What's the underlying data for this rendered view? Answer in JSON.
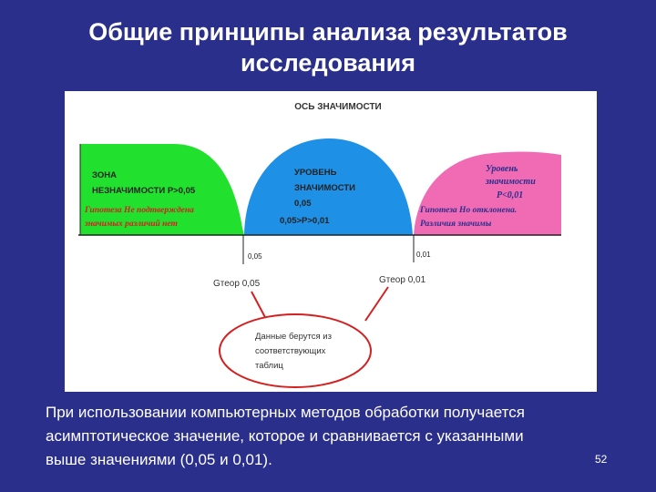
{
  "title": {
    "line1": "Общие принципы анализа результатов",
    "line2": "исследования"
  },
  "diagram": {
    "axis_title": "ОСЬ ЗНАЧИМОСТИ",
    "zone_left": {
      "line1": "ЗОНА",
      "line2": "НЕЗНАЧИМОСТИ P>0,05",
      "hyp1": "Гипотеза Не подтверждена",
      "hyp2": "значимых различий нет",
      "color": "#22e02e"
    },
    "zone_mid": {
      "line1": "УРОВЕНЬ",
      "line2": "ЗНАЧИМОСТИ",
      "line3": "0,05",
      "line4": "0,05>P>0,01",
      "color": "#1e90e6"
    },
    "zone_right": {
      "line1": "Уровень",
      "line2": "значимости",
      "line3": "P<0,01",
      "hyp1": "Гипотеза Но отклонена.",
      "hyp2": "Различия значимы",
      "color": "#f06ab4"
    },
    "tick1": "0,05",
    "tick2": "0,01",
    "label_left": "Gтеор 0,05",
    "label_right": "Gтеор 0,01",
    "note1": "Данные берутся из",
    "note2": "соответствующих",
    "note3": "таблиц",
    "ellipse_color": "#d42020"
  },
  "caption": {
    "line1": "При использовании компьютерных методов обработки получается",
    "line2": "асимптотическое значение, которое и сравнивается с указанными",
    "line3": "выше значениями (0,05 и 0,01)."
  },
  "page_number": "52"
}
